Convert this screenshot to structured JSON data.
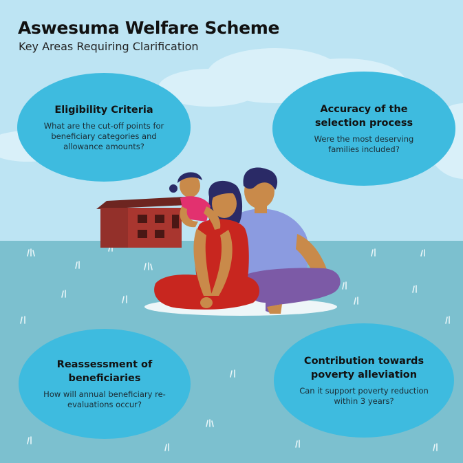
{
  "header": {
    "title": "Aswesuma Welfare Scheme",
    "subtitle": "Key Areas Requiring Clarification"
  },
  "bubbles": [
    {
      "title": "Eligibility Criteria",
      "text": "What are the cut-off points for beneficiary categories and allowance amounts?"
    },
    {
      "title": "Accuracy of the selection process",
      "text": "Were the most deserving families included?"
    },
    {
      "title": "Reassessment of beneficiaries",
      "text": "How will annual beneficiary re-evaluations occur?"
    },
    {
      "title": "Contribution towards poverty alleviation",
      "text": "Can it support poverty reduction within 3 years?"
    }
  ],
  "colors": {
    "sky": "#bde4f3",
    "ground": "#7cc0cf",
    "bubble": "#3ebbdf",
    "house": "#a9362f",
    "woman_dress": "#c8261f",
    "man_shirt": "#8b9be0",
    "child_shirt": "#e2316f"
  },
  "illustration": "family-sitting-in-front-of-house"
}
